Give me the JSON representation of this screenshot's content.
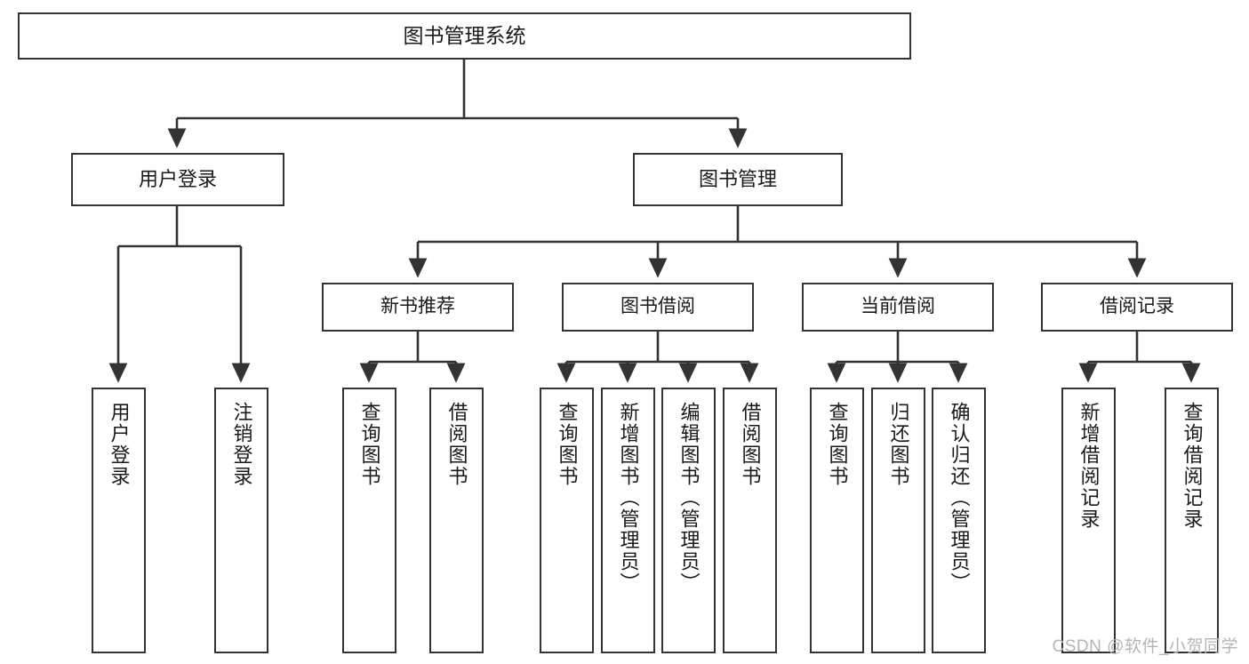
{
  "diagram": {
    "title": "图书管理系统",
    "type": "tree-hierarchy-chart",
    "watermark": "CSDN @软件_小贺同学",
    "colors": {
      "background": "#ffffff",
      "box_border": "#333333",
      "box_fill": "#ffffff",
      "text": "#1a1a1a",
      "connector": "#333333",
      "watermark": "#b5b5b5"
    },
    "nodes": {
      "root": {
        "label": "图书管理系统"
      },
      "level2": [
        {
          "id": "user-login",
          "label": "用户登录"
        },
        {
          "id": "book-management",
          "label": "图书管理"
        }
      ],
      "level3": [
        {
          "id": "new-book-recommend",
          "label": "新书推荐"
        },
        {
          "id": "book-borrow",
          "label": "图书借阅"
        },
        {
          "id": "current-borrow",
          "label": "当前借阅"
        },
        {
          "id": "borrow-record",
          "label": "借阅记录"
        }
      ],
      "leaves": {
        "user-login": [
          {
            "id": "leaf-user-login",
            "label": "用户登录"
          },
          {
            "id": "leaf-logout",
            "label": "注销登录"
          }
        ],
        "new-book-recommend": [
          {
            "id": "leaf-query-book-1",
            "label": "查询图书"
          },
          {
            "id": "leaf-borrow-book-1",
            "label": "借阅图书"
          }
        ],
        "book-borrow": [
          {
            "id": "leaf-query-book-2",
            "label": "查询图书"
          },
          {
            "id": "leaf-add-book",
            "label": "新增图书（管理员）"
          },
          {
            "id": "leaf-edit-book",
            "label": "编辑图书（管理员）"
          },
          {
            "id": "leaf-borrow-book-2",
            "label": "借阅图书"
          }
        ],
        "current-borrow": [
          {
            "id": "leaf-query-book-3",
            "label": "查询图书"
          },
          {
            "id": "leaf-return-book",
            "label": "归还图书"
          },
          {
            "id": "leaf-confirm-return",
            "label": "确认归还（管理员）"
          }
        ],
        "borrow-record": [
          {
            "id": "leaf-add-record",
            "label": "新增借阅记录"
          },
          {
            "id": "leaf-query-record",
            "label": "查询借阅记录"
          }
        ]
      }
    }
  }
}
